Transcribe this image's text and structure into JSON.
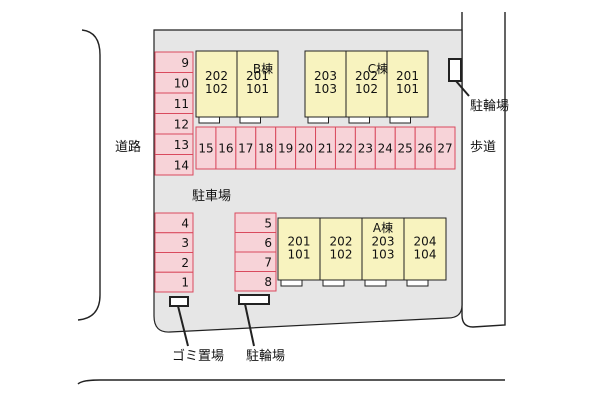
{
  "colors": {
    "lot": "#e6e6e6",
    "parking_fill": "#f7d3d8",
    "parking_stroke": "#d94a5e",
    "building_fill": "#f8f3bf",
    "outline": "#222222"
  },
  "labels": {
    "road_left": "道路",
    "sidewalk_right": "歩道",
    "parking_area": "駐車場",
    "bike_parking_right": "駐輪場",
    "bike_parking_bottom": "駐輪場",
    "garbage": "ゴミ置場"
  },
  "parking": {
    "left_top": [
      "9",
      "10",
      "11",
      "12",
      "13",
      "14"
    ],
    "center_row": [
      "15",
      "16",
      "17",
      "18",
      "19",
      "20",
      "21",
      "22",
      "23",
      "24",
      "25",
      "26",
      "27"
    ],
    "left_bottom": [
      "4",
      "3",
      "2",
      "1"
    ],
    "middle_bottom": [
      "5",
      "6",
      "7",
      "8"
    ]
  },
  "buildings": [
    {
      "name": "B棟",
      "units": [
        {
          "top": "202",
          "bottom": "102"
        },
        {
          "top": "201",
          "bottom": "101"
        }
      ]
    },
    {
      "name": "C棟",
      "units": [
        {
          "top": "203",
          "bottom": "103"
        },
        {
          "top": "202",
          "bottom": "102"
        },
        {
          "top": "201",
          "bottom": "101"
        }
      ]
    },
    {
      "name": "A棟",
      "units": [
        {
          "top": "201",
          "bottom": "101"
        },
        {
          "top": "202",
          "bottom": "102"
        },
        {
          "top": "203",
          "bottom": "103"
        },
        {
          "top": "204",
          "bottom": "104"
        }
      ]
    }
  ]
}
